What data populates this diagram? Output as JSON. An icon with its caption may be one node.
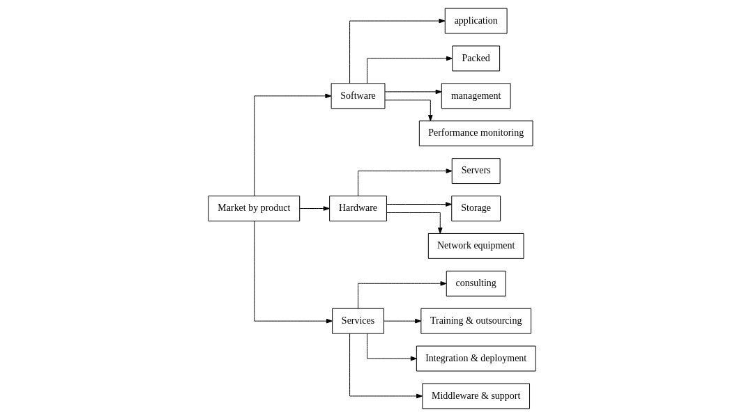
{
  "diagram": {
    "nodes": [
      {
        "text": [
          "Market by product"
        ]
      },
      {
        "text": [
          "Software"
        ]
      },
      {
        "text": [
          "Hardware"
        ]
      },
      {
        "text": [
          "Services"
        ]
      },
      {
        "text": [
          "application"
        ]
      },
      {
        "text": [
          "Packed"
        ]
      },
      {
        "text": [
          "management"
        ]
      },
      {
        "text": [
          "Performance monitoring"
        ]
      },
      {
        "text": [
          "Servers"
        ]
      },
      {
        "text": [
          "Storage"
        ]
      },
      {
        "text": [
          "Network equipment"
        ]
      },
      {
        "text": [
          "consulting"
        ]
      },
      {
        "text": [
          "Training & outsourcing"
        ]
      },
      {
        "text": [
          "Integration & deployment"
        ]
      },
      {
        "text": [
          "Middleware & support"
        ]
      }
    ],
    "edges": [
      {
        "from": 0,
        "to": 1,
        "arrow": "to"
      },
      {
        "from": 0,
        "to": 2,
        "arrow": "to"
      },
      {
        "from": 0,
        "to": 3,
        "arrow": "to"
      },
      {
        "from": 1,
        "to": 4,
        "arrow": "to"
      },
      {
        "from": 1,
        "to": 5,
        "arrow": "to"
      },
      {
        "from": 1,
        "to": 6,
        "arrow": "to"
      },
      {
        "from": 1,
        "to": 7,
        "arrow": "to"
      },
      {
        "from": 2,
        "to": 8,
        "arrow": "to"
      },
      {
        "from": 2,
        "to": 9,
        "arrow": "to"
      },
      {
        "from": 2,
        "to": 10,
        "arrow": "to"
      },
      {
        "from": 3,
        "to": 11,
        "arrow": "to"
      },
      {
        "from": 3,
        "to": 12,
        "arrow": "to"
      },
      {
        "from": 3,
        "to": 13,
        "arrow": "to"
      },
      {
        "from": 3,
        "to": 14,
        "arrow": "to"
      }
    ]
  }
}
